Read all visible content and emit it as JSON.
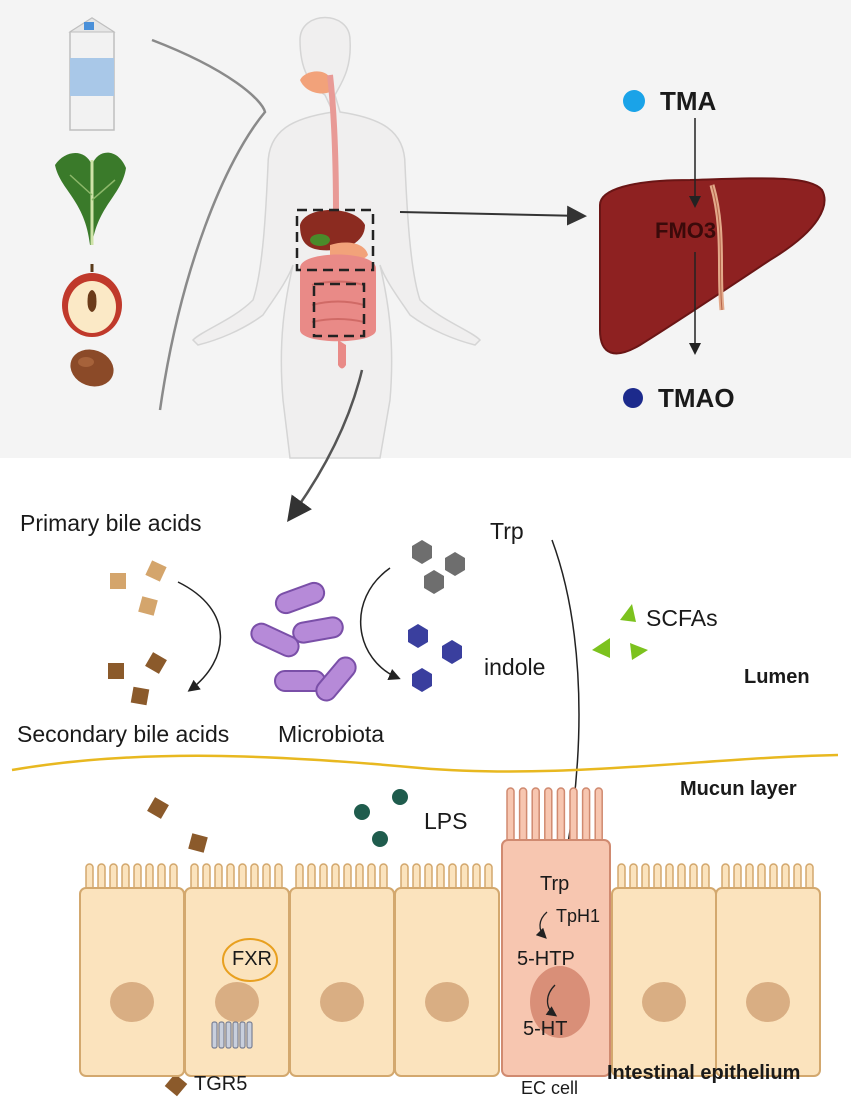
{
  "liver": {
    "tma_label": "TMA",
    "enzyme_label": "FMO3",
    "tmao_label": "TMAO",
    "colors": {
      "tma_dot": "#1aa3e8",
      "tmao_dot": "#1c2a8c",
      "liver": "#8e2121"
    }
  },
  "lumen": {
    "primary_label": "Primary bile acids",
    "secondary_label": "Secondary bile acids",
    "microbiota_label": "Microbiota",
    "trp_label": "Trp",
    "indole_label": "indole",
    "scfa_label": "SCFAs",
    "region_label": "Lumen"
  },
  "mucus": {
    "region_label": "Mucun layer",
    "lps_label": "LPS"
  },
  "epithelium": {
    "fxr_label": "FXR",
    "tgr5_label": "TGR5",
    "ec_trp_label": "Trp",
    "tph1_label": "TpH1",
    "htp_label": "5-HTP",
    "ht_label": "5-HT",
    "ec_cell_label": "EC cell",
    "region_label": "Intestinal epithelium"
  },
  "palette": {
    "cell_fill": "#fbe3bd",
    "cell_stroke": "#d3a86e",
    "nucleus": "#d9ae83",
    "ec_fill": "#f7c6b0",
    "mucus_line": "#e8b820",
    "bile_primary": "#d4a56c",
    "bile_secondary": "#8b5a2b",
    "bacteria": "#b68ad8",
    "trp_hex": "#6e6e6e",
    "indole_hex": "#3a3f9e",
    "scfa": "#7cc21e",
    "lps": "#1f5c4d"
  }
}
